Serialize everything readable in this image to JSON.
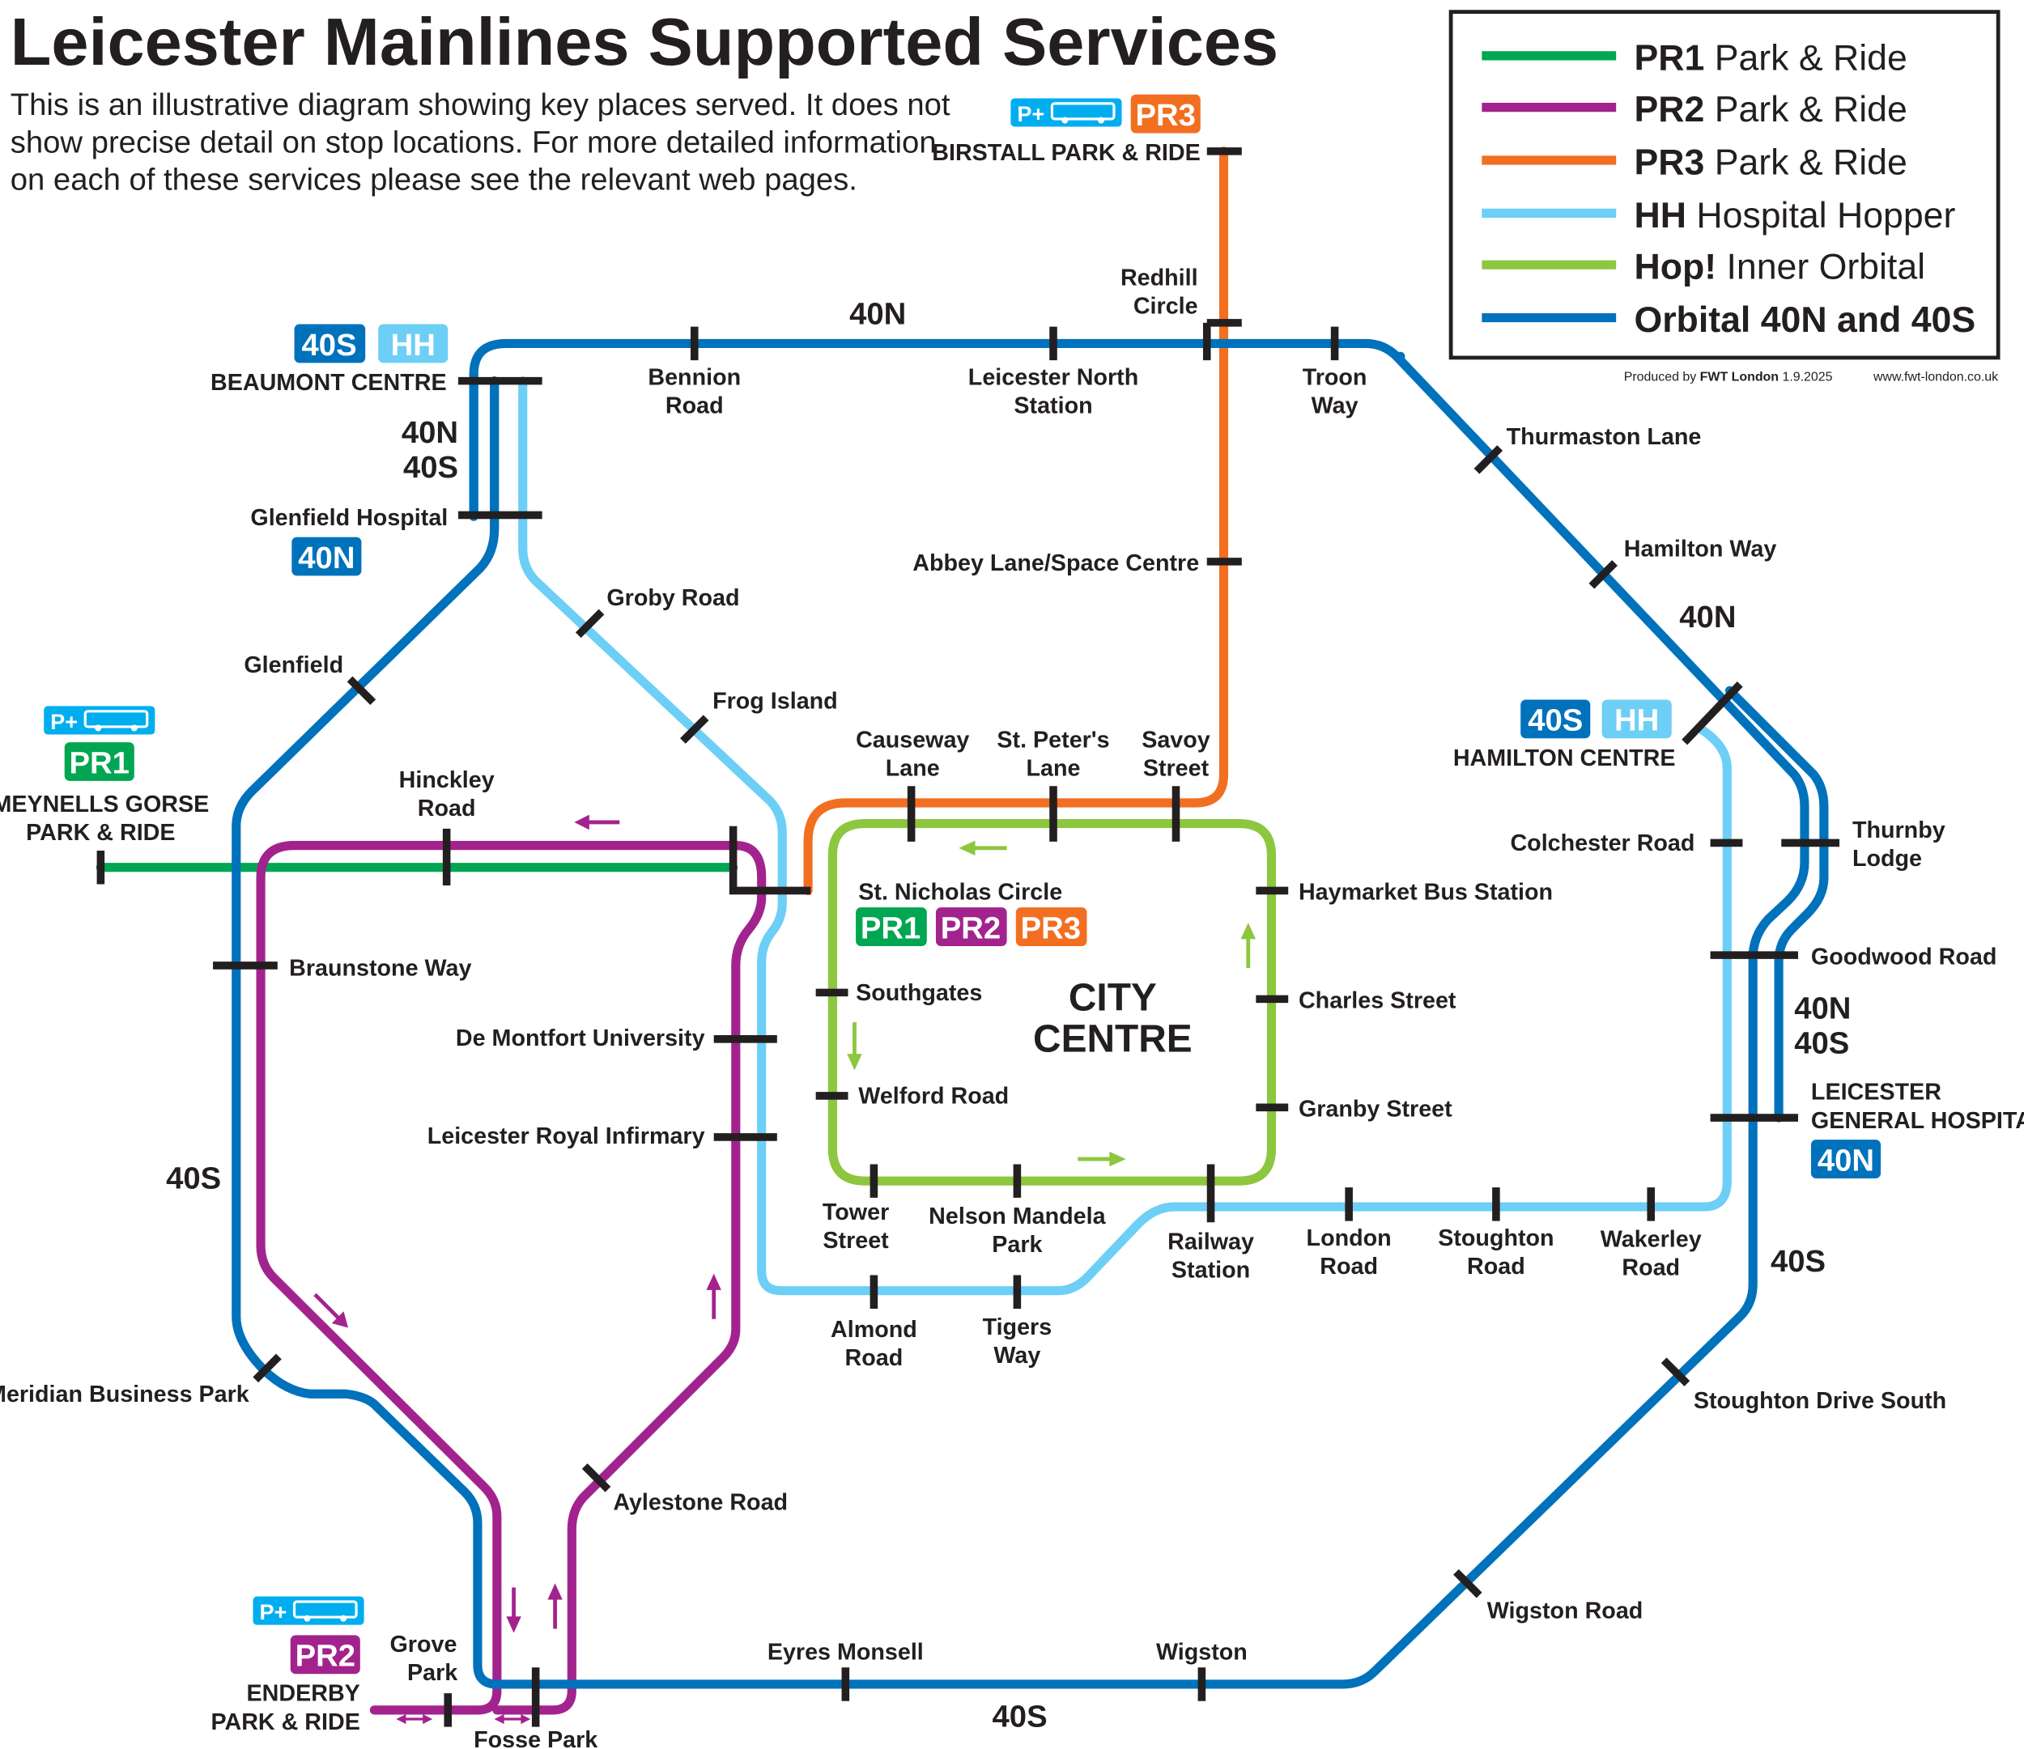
{
  "title": "Leicester Mainlines Supported Services",
  "subtitle": [
    "This is an illustrative diagram showing key places served. It does not",
    "show precise detail on stop locations. For more detailed information",
    "on each of these services please see the relevant web pages."
  ],
  "legend": [
    {
      "code": "PR1",
      "text": "Park & Ride",
      "color": "#00a651"
    },
    {
      "code": "PR2",
      "text": "Park & Ride",
      "color": "#a3238e"
    },
    {
      "code": "PR3",
      "text": "Park & Ride",
      "color": "#f26f21"
    },
    {
      "code": "HH",
      "text": "Hospital Hopper",
      "color": "#6dcff6"
    },
    {
      "code": "Hop!",
      "text": "Inner Orbital",
      "color": "#8dc63f"
    },
    {
      "code": "Orbital",
      "text": "40N and 40S",
      "color": "#0072bc"
    }
  ],
  "credit": {
    "produced_by": "Produced by",
    "company": "FWT London",
    "date": "1.9.2025",
    "url": "www.fwt-london.co.uk"
  },
  "badges": {
    "pr1": "PR1",
    "pr2": "PR2",
    "pr3": "PR3",
    "hh": "HH",
    "n40": "40N",
    "s40": "40S",
    "pplus": "P+"
  },
  "route_labels": {
    "top_40n": "40N",
    "left_40n": "40N",
    "left_40s": "40S",
    "right_40n": "40N",
    "right_40n_b": "40N",
    "right_40s_b": "40S",
    "right_40s": "40S",
    "west_40s": "40S",
    "bottom_40s": "40S"
  },
  "city_centre": [
    "CITY",
    "CENTRE"
  ],
  "stops": {
    "birstall": [
      "BIRSTALL PARK & RIDE"
    ],
    "beaumont": [
      "BEAUMONT CENTRE"
    ],
    "bennion": [
      "Bennion",
      "Road"
    ],
    "leicester_north": [
      "Leicester North",
      "Station"
    ],
    "redhill": [
      "Redhill",
      "Circle"
    ],
    "troon": [
      "Troon",
      "Way"
    ],
    "thurmaston": [
      "Thurmaston Lane"
    ],
    "hamilton_way": [
      "Hamilton Way"
    ],
    "hamilton_centre": [
      "HAMILTON CENTRE"
    ],
    "colchester": [
      "Colchester  Road"
    ],
    "thurnby": [
      "Thurnby",
      "Lodge"
    ],
    "goodwood": [
      "Goodwood Road"
    ],
    "general_hospital": [
      "LEICESTER",
      "GENERAL HOSPITAL"
    ],
    "stoughton_drive": [
      "Stoughton Drive South"
    ],
    "wigston_road": [
      "Wigston Road"
    ],
    "wigston": [
      "Wigston"
    ],
    "eyres_monsell": [
      "Eyres Monsell"
    ],
    "fosse_park": [
      "Fosse Park"
    ],
    "grove_park": [
      "Grove",
      "Park"
    ],
    "enderby": [
      "ENDERBY",
      "PARK & RIDE"
    ],
    "aylestone": [
      "Aylestone Road"
    ],
    "meridian": [
      "Meridian Business Park"
    ],
    "braunstone": [
      "Braunstone Way"
    ],
    "hinckley": [
      "Hinckley",
      "Road"
    ],
    "meynells": [
      "MEYNELLS GORSE",
      "PARK & RIDE"
    ],
    "glenfield": [
      "Glenfield"
    ],
    "glenfield_hospital": [
      "Glenfield Hospital"
    ],
    "groby": [
      "Groby Road"
    ],
    "frog_island": [
      "Frog Island"
    ],
    "abbey_lane": [
      "Abbey Lane/Space Centre"
    ],
    "causeway": [
      "Causeway",
      "Lane"
    ],
    "st_peters": [
      "St. Peter's",
      "Lane"
    ],
    "savoy": [
      "Savoy",
      "Street"
    ],
    "st_nicholas": [
      "St. Nicholas Circle"
    ],
    "haymarket": [
      "Haymarket Bus Station"
    ],
    "charles": [
      "Charles Street"
    ],
    "granby": [
      "Granby Street"
    ],
    "southgates": [
      "Southgates"
    ],
    "welford": [
      "Welford Road"
    ],
    "tower": [
      "Tower",
      "Street"
    ],
    "nelson": [
      "Nelson Mandela",
      "Park"
    ],
    "railway": [
      "Railway",
      "Station"
    ],
    "london_road": [
      "London",
      "Road"
    ],
    "stoughton_road": [
      "Stoughton",
      "Road"
    ],
    "wakerley": [
      "Wakerley",
      "Road"
    ],
    "almond": [
      "Almond",
      "Road"
    ],
    "tigers": [
      "Tigers",
      "Way"
    ],
    "dmu": [
      "De Montfort University"
    ],
    "lri": [
      "Leicester Royal Infirmary"
    ]
  }
}
